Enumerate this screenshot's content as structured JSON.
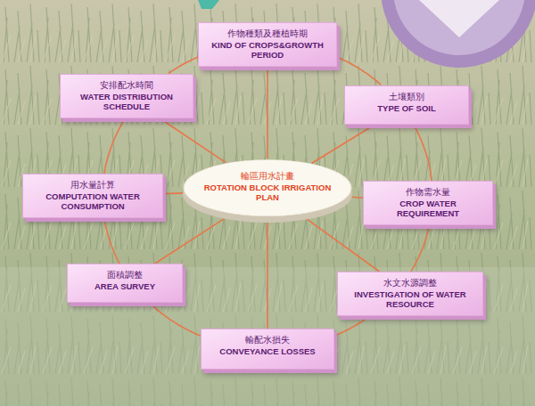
{
  "diagram": {
    "nodes": [
      {
        "text": [
          "作物種類及種植時期",
          "KIND OF CROPS&GROWTH PERIOD"
        ]
      },
      {
        "text": [
          "安排配水時間",
          "WATER DISTRIBUTION SCHEDULE"
        ]
      },
      {
        "text": [
          "土壤類別",
          "TYPE OF SOIL"
        ]
      },
      {
        "text": [
          "用水量計算",
          "COMPUTATION WATER CONSUMPTION"
        ]
      },
      {
        "text": [
          "輪區用水計畫",
          "ROTATION BLOCK IRRIGATION PLAN"
        ]
      },
      {
        "text": [
          "作物需水量",
          "CROP WATER REQUIREMENT"
        ]
      },
      {
        "text": [
          "面積調整",
          "AREA SURVEY"
        ]
      },
      {
        "text": [
          "水文水源調整",
          "INVESTIGATION OF WATER RESOURCE"
        ]
      },
      {
        "text": [
          "輸配水損失",
          "CONVEYANCE LOSSES"
        ]
      }
    ],
    "edges": [
      {
        "from": 4,
        "to": 0,
        "arrow": "none"
      },
      {
        "from": 4,
        "to": 2,
        "arrow": "none"
      },
      {
        "from": 4,
        "to": 5,
        "arrow": "none"
      },
      {
        "from": 4,
        "to": 7,
        "arrow": "none"
      },
      {
        "from": 4,
        "to": 8,
        "arrow": "none"
      },
      {
        "from": 4,
        "to": 6,
        "arrow": "none"
      },
      {
        "from": 4,
        "to": 3,
        "arrow": "none"
      },
      {
        "from": 4,
        "to": 1,
        "arrow": "none"
      },
      {
        "from": 0,
        "to": 2,
        "arrow": "none"
      },
      {
        "from": 2,
        "to": 5,
        "arrow": "none"
      },
      {
        "from": 5,
        "to": 7,
        "arrow": "none"
      },
      {
        "from": 7,
        "to": 8,
        "arrow": "none"
      },
      {
        "from": 8,
        "to": 6,
        "arrow": "none"
      },
      {
        "from": 6,
        "to": 3,
        "arrow": "none"
      },
      {
        "from": 3,
        "to": 1,
        "arrow": "none"
      },
      {
        "from": 1,
        "to": 0,
        "arrow": "none"
      }
    ]
  }
}
